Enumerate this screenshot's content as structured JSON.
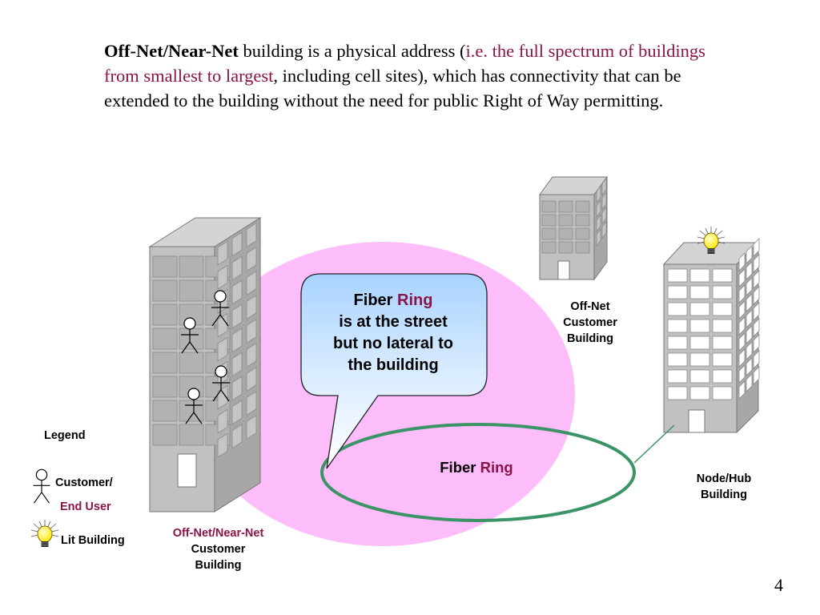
{
  "intro": {
    "term": "Off-Net/Near-Net",
    "text_1": " building is a physical address (",
    "highlight": "i.e. the full spectrum of buildings from smallest to largest",
    "text_2": ", including cell sites), which has connectivity that can be extended to the building without the need for public Right of Way permitting."
  },
  "callout": {
    "word_1": "Fiber",
    "word_2": "Ring",
    "line_2": "is at the street",
    "line_3": "but no lateral to",
    "line_4": "the building"
  },
  "ring": {
    "word_1": "Fiber",
    "word_2": "Ring"
  },
  "buildings": {
    "offnet": {
      "line_1": "Off-Net",
      "line_2": "Customer",
      "line_3": "Building"
    },
    "node": {
      "line_1": "Node/Hub",
      "line_2": "Building"
    },
    "near": {
      "line_1": "Off-Net/Near-Net",
      "line_2": "Customer",
      "line_3": "Building"
    }
  },
  "legend": {
    "title": "Legend",
    "customer": "Customer/",
    "end_user": "End User",
    "lit": "Lit Building"
  },
  "page_number": "4",
  "colors": {
    "pink_zone": "#fdbdfa",
    "ring": "#3a9466",
    "maroon": "#8a1448",
    "callout_top": "#a8d3ff",
    "bulb": "#ffee22"
  },
  "icons": {
    "customer": "stick-figure-icon",
    "lit": "light-bulb-icon"
  }
}
